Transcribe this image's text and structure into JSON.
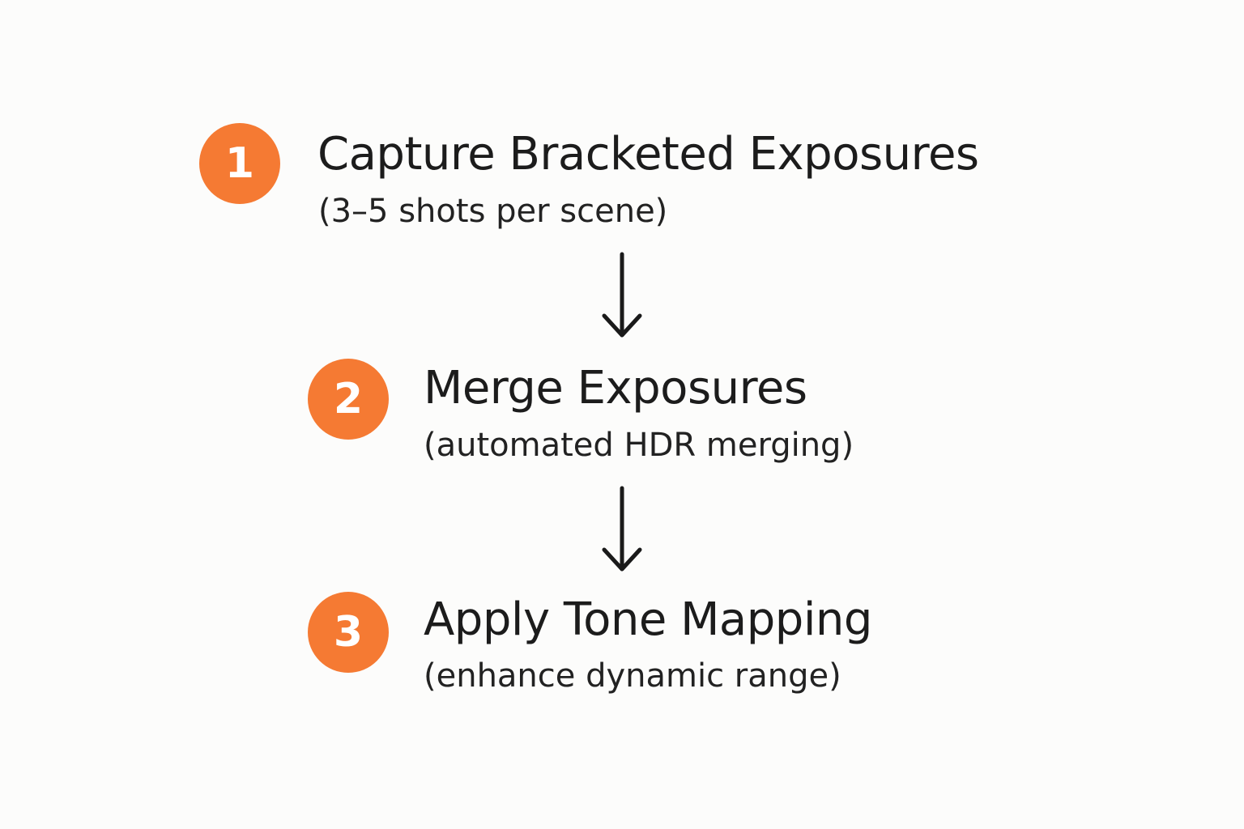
{
  "colors": {
    "accent": "#f57a33",
    "text": "#1c1c1c",
    "arrow": "#1a1a1a",
    "background": "#fcfcfb"
  },
  "steps": [
    {
      "number": "1",
      "title": "Capture Bracketed Exposures",
      "subtitle": "(3–5 shots per scene)"
    },
    {
      "number": "2",
      "title": "Merge Exposures",
      "subtitle": "(automated HDR merging)"
    },
    {
      "number": "3",
      "title": "Apply Tone Mapping",
      "subtitle": "(enhance dynamic range)"
    }
  ],
  "arrows": [
    {
      "icon": "arrow-down-icon"
    },
    {
      "icon": "arrow-down-icon"
    }
  ]
}
